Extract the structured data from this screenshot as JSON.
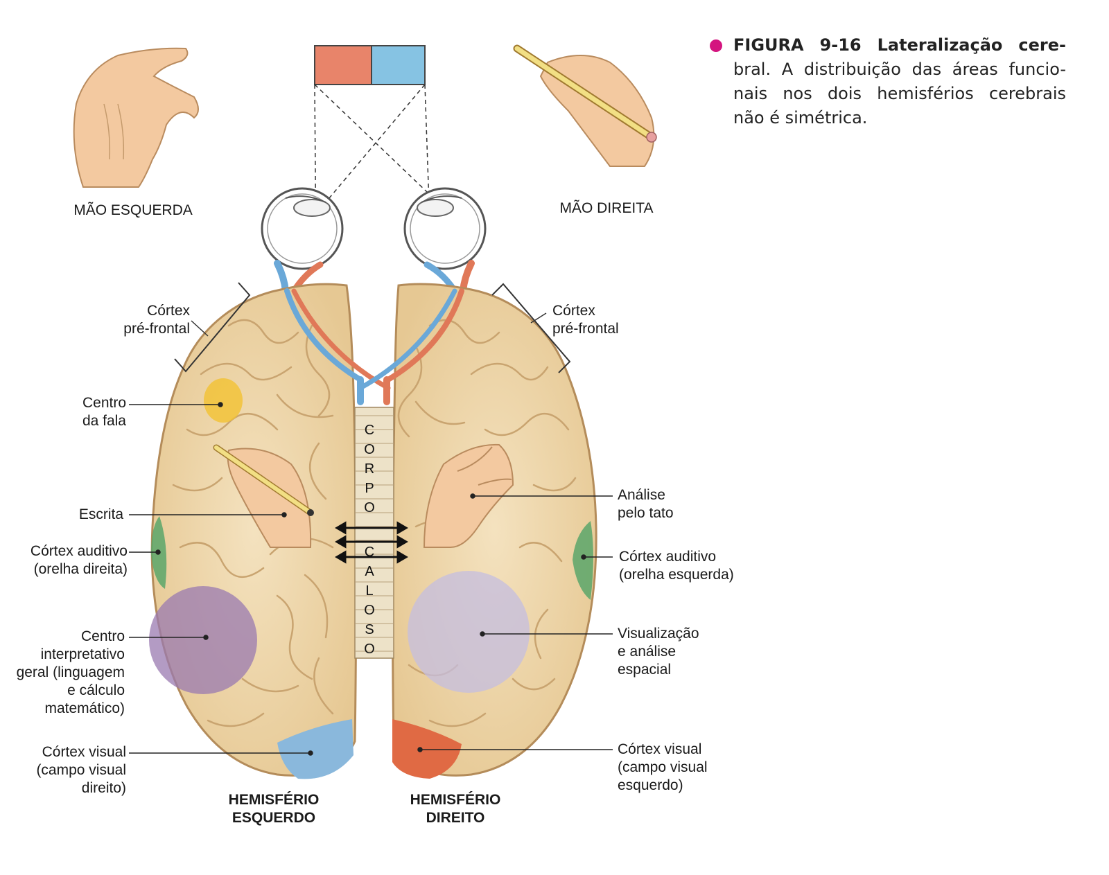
{
  "caption": {
    "lines": [
      "FIGURA 9-16  Lateralização cere-",
      "bral. A distribuição das áreas funcio-",
      "nais nos dois hemisférios cerebrais",
      "não é simétrica."
    ],
    "bullet_color": "#d4147f"
  },
  "labels": {
    "left_hand": "MÃO ESQUERDA",
    "right_hand": "MÃO DIREITA",
    "prefrontal_left": [
      "Córtex",
      "pré-frontal"
    ],
    "prefrontal_right": [
      "Córtex",
      "pré-frontal"
    ],
    "speech_center": [
      "Centro",
      "da fala"
    ],
    "writing": "Escrita",
    "auditory_left": [
      "Córtex auditivo",
      "(orelha direita)"
    ],
    "auditory_right": [
      "Córtex auditivo",
      "(orelha esquerda)"
    ],
    "interpretive": [
      "Centro",
      "interpretativo",
      "geral (linguagem",
      "e cálculo",
      "matemático)"
    ],
    "visual_left": [
      "Córtex visual",
      "(campo visual",
      "direito)"
    ],
    "visual_right": [
      "Córtex visual",
      "(campo visual",
      "esquerdo)"
    ],
    "touch_analysis": [
      "Análise",
      "pelo tato"
    ],
    "spatial": [
      "Visualização",
      "e análise",
      "espacial"
    ],
    "hemisphere_left": [
      "HEMISFÉRIO",
      "ESQUERDO"
    ],
    "hemisphere_right": [
      "HEMISFÉRIO",
      "DIREITO"
    ],
    "corpus_callosum_top": [
      "C",
      "O",
      "R",
      "P",
      "O"
    ],
    "corpus_callosum_bottom": [
      "C",
      "A",
      "L",
      "O",
      "S",
      "O"
    ]
  },
  "colors": {
    "visual_field_left": "#e8846a",
    "visual_field_right": "#86c3e3",
    "brain": "#efd7aa",
    "brain_outline": "#b48c5a",
    "speech": "#f2c232",
    "auditory": "#5aa66a",
    "interpretive": "#9a7ab0",
    "spatial": "#c4bde0",
    "visual_cortex_left": "#8ab8dc",
    "visual_cortex_right": "#e06a44",
    "nerve_blue": "#6aa8d8",
    "nerve_red": "#e07858"
  }
}
